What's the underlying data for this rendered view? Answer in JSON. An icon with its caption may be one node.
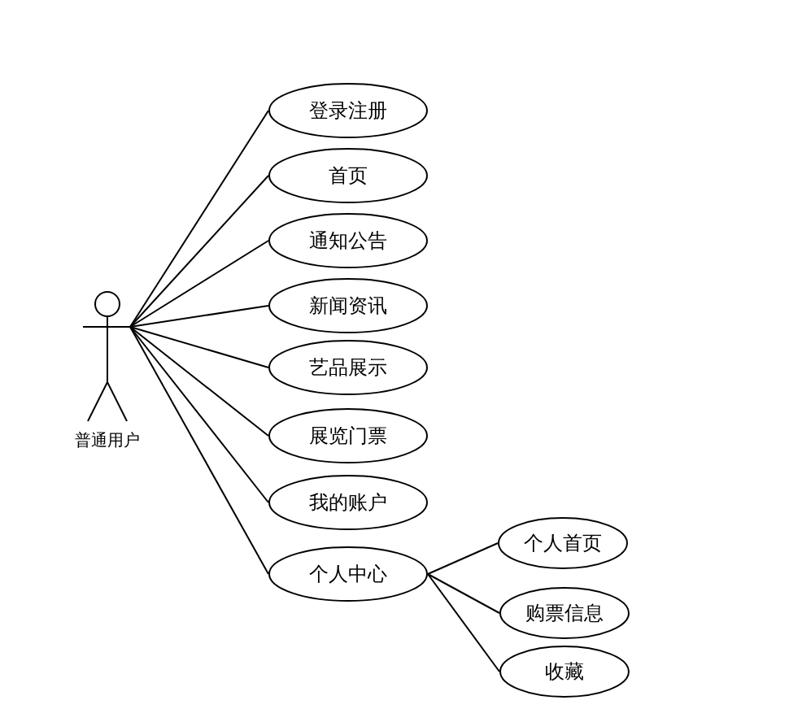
{
  "diagram": {
    "nodes": [
      {
        "text": [
          "普通用户"
        ]
      },
      {
        "text": [
          "登录注册"
        ]
      },
      {
        "text": [
          "首页"
        ]
      },
      {
        "text": [
          "通知公告"
        ]
      },
      {
        "text": [
          "新闻资讯"
        ]
      },
      {
        "text": [
          "艺品展示"
        ]
      },
      {
        "text": [
          "展览门票"
        ]
      },
      {
        "text": [
          "我的账户"
        ]
      },
      {
        "text": [
          "个人中心"
        ]
      },
      {
        "text": [
          "个人首页"
        ]
      },
      {
        "text": [
          "购票信息"
        ]
      },
      {
        "text": [
          "收藏"
        ]
      }
    ],
    "edges": [
      {
        "from": 0,
        "to": 1,
        "arrow": "none"
      },
      {
        "from": 0,
        "to": 2,
        "arrow": "none"
      },
      {
        "from": 0,
        "to": 3,
        "arrow": "none"
      },
      {
        "from": 0,
        "to": 4,
        "arrow": "none"
      },
      {
        "from": 0,
        "to": 5,
        "arrow": "none"
      },
      {
        "from": 0,
        "to": 6,
        "arrow": "none"
      },
      {
        "from": 0,
        "to": 7,
        "arrow": "none"
      },
      {
        "from": 0,
        "to": 8,
        "arrow": "none"
      },
      {
        "from": 8,
        "to": 9,
        "arrow": "none"
      },
      {
        "from": 8,
        "to": 10,
        "arrow": "none"
      },
      {
        "from": 8,
        "to": 11,
        "arrow": "none"
      }
    ]
  }
}
